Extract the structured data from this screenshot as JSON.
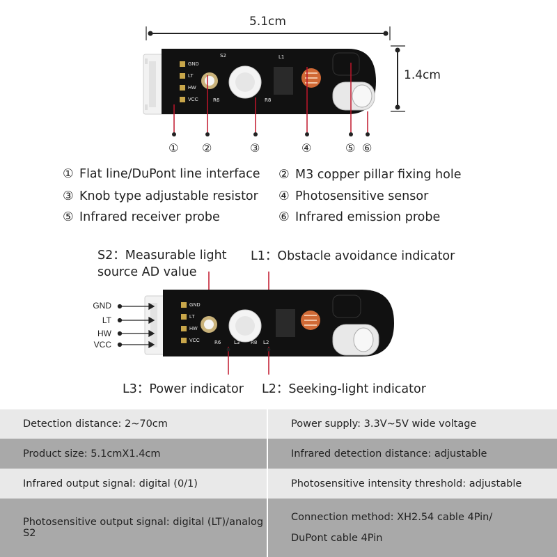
{
  "dimensions": {
    "length": "5.1cm",
    "width": "1.4cm"
  },
  "board_numbers": [
    "①",
    "②",
    "③",
    "④",
    "⑤",
    "⑥"
  ],
  "legend": [
    {
      "num": "①",
      "text": "Flat line/DuPont line interface"
    },
    {
      "num": "②",
      "text": "M3 copper pillar fixing hole"
    },
    {
      "num": "③",
      "text": "Knob type adjustable resistor"
    },
    {
      "num": "④",
      "text": "Photosensitive sensor"
    },
    {
      "num": "⑤",
      "text": "Infrared receiver probe"
    },
    {
      "num": "⑥",
      "text": "Infrared emission probe"
    }
  ],
  "callouts": {
    "s2_line1": "S2：Measurable light",
    "s2_line2": "source AD value",
    "l1": "L1：Obstacle avoidance indicator",
    "l3": "L3：Power indicator",
    "l2": "L2：Seeking-light indicator"
  },
  "pins": [
    "GND",
    "LT",
    "HW",
    "VCC"
  ],
  "silkscreen": {
    "pins": [
      "GND",
      "LT",
      "HW",
      "VCC"
    ],
    "s2": "S2",
    "r6": "R6",
    "l3": "L3",
    "r8": "R8",
    "l2": "L2",
    "l1": "L1"
  },
  "specs": [
    {
      "left": "Detection distance: 2~70cm",
      "right": "Power supply: 3.3V~5V wide voltage"
    },
    {
      "left": "Product size: 5.1cmX1.4cm",
      "right": "Infrared detection distance: adjustable"
    },
    {
      "left": "Infrared output signal: digital (0/1)",
      "right": "Photosensitive intensity threshold: adjustable"
    },
    {
      "left": "Photosensitive output signal: digital (LT)/analog S2",
      "right": "Connection method: XH2.54 cable 4Pin/",
      "right2": "DuPont cable 4Pin"
    }
  ],
  "colors": {
    "pcb": "#111111",
    "pad": "#c8a64a",
    "row_light": "#e9e9e9",
    "row_dark": "#a9a9a9",
    "lead": "#c0152a"
  }
}
